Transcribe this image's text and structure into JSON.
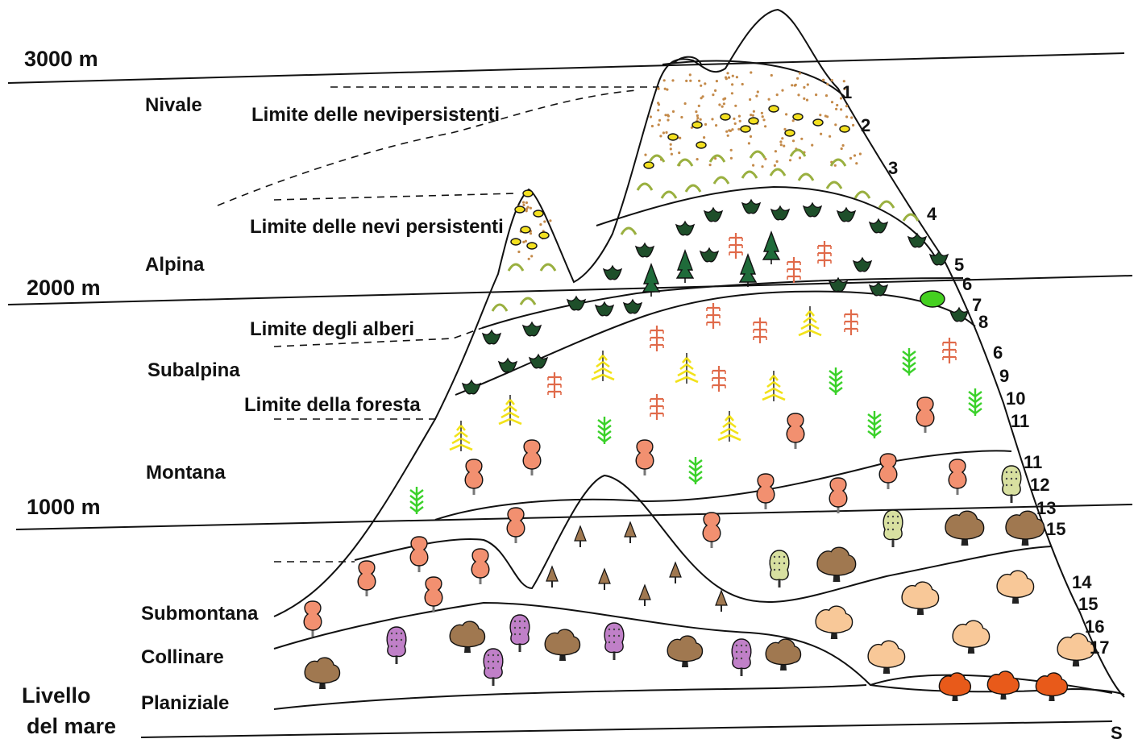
{
  "altitudes": {
    "m3000": "3000  m",
    "m2000": "2000 m",
    "m1000": "1000 m",
    "sea_line1": "Livello",
    "sea_line2": "del mare"
  },
  "belts": {
    "nivale": "Nivale",
    "alpina": "Alpina",
    "subalpina": "Subalpina",
    "montana": "Montana",
    "submontana": "Submontana",
    "collinare": "Collinare",
    "planiziale": "Planiziale"
  },
  "limits": {
    "nevipersistenti_upper": "Limite delle nevipersistenti",
    "nevi_persistenti": "Limite delle nevi persistenti",
    "alberi": "Limite degli alberi",
    "foresta": "Limite della foresta"
  },
  "numbers": [
    "1",
    "2",
    "3",
    "4",
    "5",
    "6",
    "7",
    "8",
    "6",
    "9",
    "10",
    "11",
    "11",
    "12",
    "13",
    "15",
    "14",
    "15",
    "16",
    "17"
  ],
  "corner_letter": "S",
  "colors": {
    "ink": "#111111",
    "pine_dark": "#1f6b3a",
    "alpine_shrub": "#1e4f2a",
    "larch_yellow": "#f2e21a",
    "fern_green": "#3bd12a",
    "salmon_tree": "#f29070",
    "red_conifer": "#e06a4a",
    "brown_tree": "#a07850",
    "peach_tree": "#f8c898",
    "purple_tree": "#c080c8",
    "orange_tree": "#e85a1a",
    "pale_tree": "#d8e0a0",
    "lawn_green": "#44d020",
    "dots": "#c48a4a",
    "grass": "#9ab040"
  }
}
